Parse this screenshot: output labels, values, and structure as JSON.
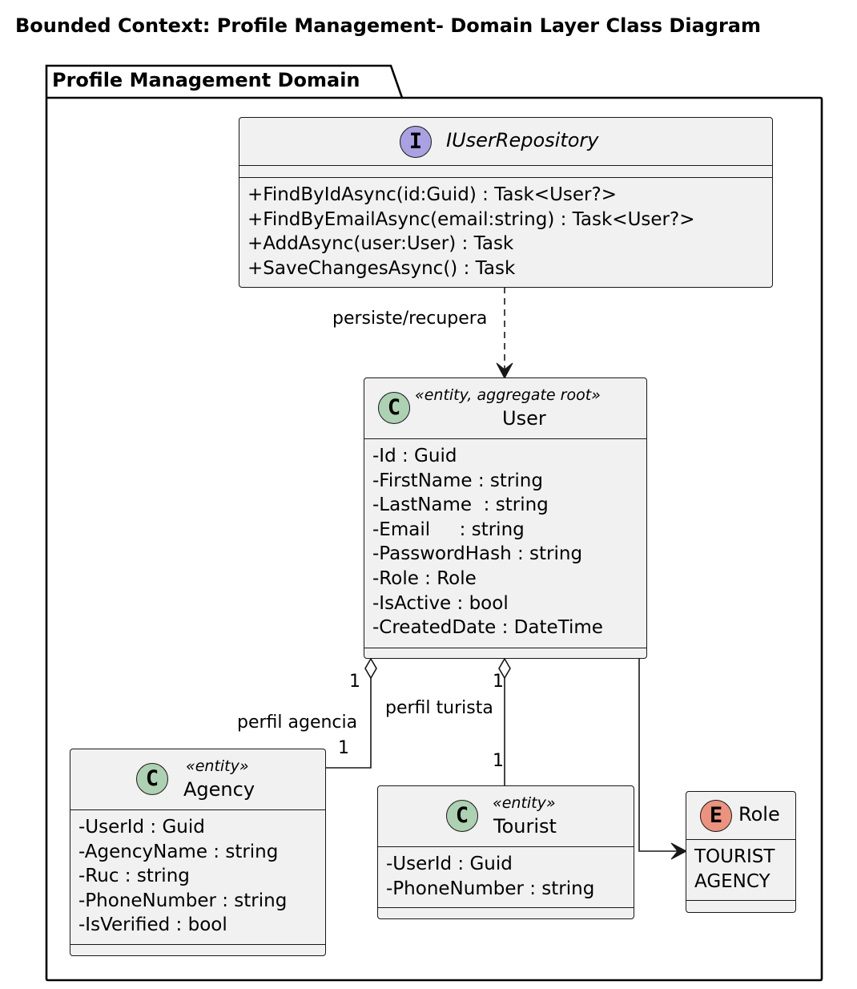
{
  "title": "Bounded Context: Profile Management- Domain Layer Class Diagram",
  "package": {
    "name": "Profile Management Domain"
  },
  "colors": {
    "interface_badge": "#A9A1E1",
    "class_badge": "#ADD1B2",
    "enum_badge": "#EB937F",
    "box_fill": "#F1F1F1",
    "stroke": "#181818"
  },
  "classes": {
    "iuserrepository": {
      "kind": "interface",
      "badge": "I",
      "name": "IUserRepository",
      "stereotype": "",
      "fields": [],
      "methods": [
        "+FindByIdAsync(id:Guid) : Task<User?>",
        "+FindByEmailAsync(email:string) : Task<User?>",
        "+AddAsync(user:User) : Task",
        "+SaveChangesAsync() : Task"
      ]
    },
    "user": {
      "kind": "class",
      "badge": "C",
      "name": "User",
      "stereotype": "«entity, aggregate root»",
      "fields": [
        "-Id : Guid",
        "-FirstName : string",
        "-LastName  : string",
        "-Email     : string",
        "-PasswordHash : string",
        "-Role : Role",
        "-IsActive : bool",
        "-CreatedDate : DateTime"
      ],
      "methods": []
    },
    "agency": {
      "kind": "class",
      "badge": "C",
      "name": "Agency",
      "stereotype": "«entity»",
      "fields": [
        "-UserId : Guid",
        "-AgencyName : string",
        "-Ruc : string",
        "-PhoneNumber : string",
        "-IsVerified : bool"
      ],
      "methods": []
    },
    "tourist": {
      "kind": "class",
      "badge": "C",
      "name": "Tourist",
      "stereotype": "«entity»",
      "fields": [
        "-UserId : Guid",
        "-PhoneNumber : string"
      ],
      "methods": []
    },
    "role": {
      "kind": "enum",
      "badge": "E",
      "name": "Role",
      "stereotype": "",
      "fields": [
        "TOURIST",
        "AGENCY"
      ],
      "methods": []
    }
  },
  "relations": [
    {
      "id": "repo-user",
      "from": "IUserRepository",
      "to": "User",
      "type": "dependency",
      "label": "persiste/recupera"
    },
    {
      "id": "user-agency",
      "from": "User",
      "to": "Agency",
      "type": "aggregation",
      "label": "perfil agencia",
      "from_mult": "1",
      "to_mult": "1"
    },
    {
      "id": "user-tourist",
      "from": "User",
      "to": "Tourist",
      "type": "aggregation",
      "label": "perfil turista",
      "from_mult": "1",
      "to_mult": "1"
    },
    {
      "id": "user-role",
      "from": "User",
      "to": "Role",
      "type": "association",
      "label": ""
    }
  ]
}
